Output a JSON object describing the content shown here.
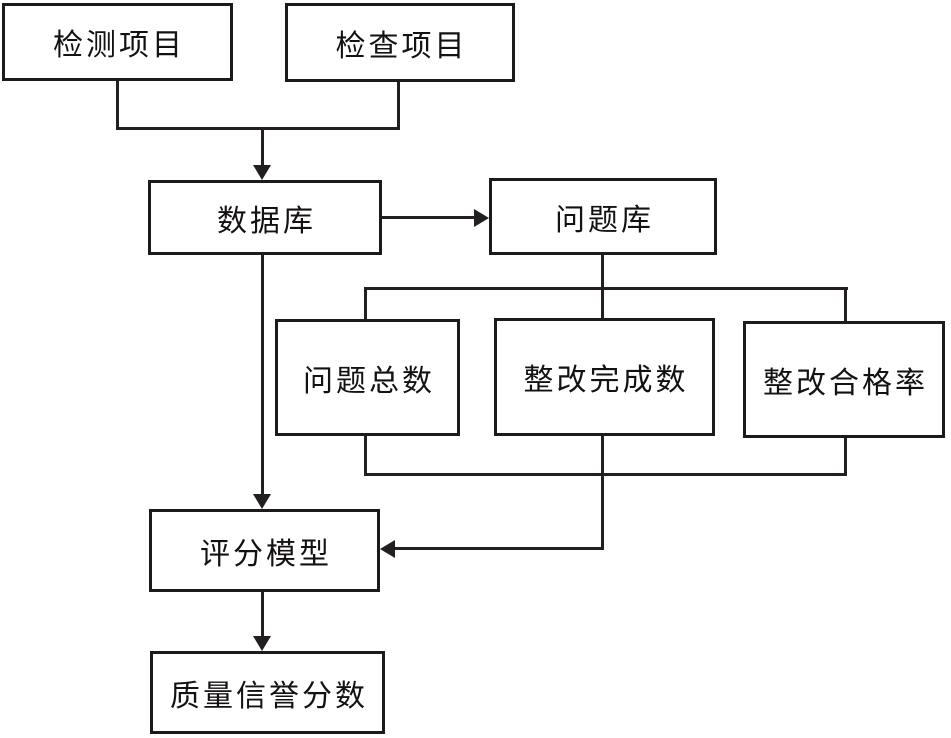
{
  "diagram": {
    "type": "flowchart",
    "nodes": {
      "test_items": {
        "label": "检测项目"
      },
      "inspection_items": {
        "label": "检查项目"
      },
      "database": {
        "label": "数据库"
      },
      "problem_library": {
        "label": "问题库"
      },
      "total_problems": {
        "label": "问题总数"
      },
      "rectification_completed": {
        "label": "整改完成数"
      },
      "rectification_pass_rate": {
        "label": "整改合格率"
      },
      "scoring_model": {
        "label": "评分模型"
      },
      "quality_reputation_score": {
        "label": "质量信誉分数"
      }
    },
    "edges": [
      {
        "from": "test_items",
        "to": "database",
        "arrow": true
      },
      {
        "from": "inspection_items",
        "to": "database",
        "arrow": true
      },
      {
        "from": "database",
        "to": "problem_library",
        "arrow": true
      },
      {
        "from": "problem_library",
        "to": "total_problems",
        "arrow": false
      },
      {
        "from": "problem_library",
        "to": "rectification_completed",
        "arrow": false
      },
      {
        "from": "problem_library",
        "to": "rectification_pass_rate",
        "arrow": false
      },
      {
        "from": "total_problems",
        "to": "scoring_model",
        "arrow": true
      },
      {
        "from": "rectification_completed",
        "to": "scoring_model",
        "arrow": true
      },
      {
        "from": "rectification_pass_rate",
        "to": "scoring_model",
        "arrow": true
      },
      {
        "from": "database",
        "to": "scoring_model",
        "arrow": true
      },
      {
        "from": "scoring_model",
        "to": "quality_reputation_score",
        "arrow": true
      }
    ],
    "colors": {
      "line": "#231f20",
      "box_border": "#1d1a1a",
      "box_fill": "#ffffff",
      "text": "#141111",
      "background": "#ffffff"
    }
  }
}
